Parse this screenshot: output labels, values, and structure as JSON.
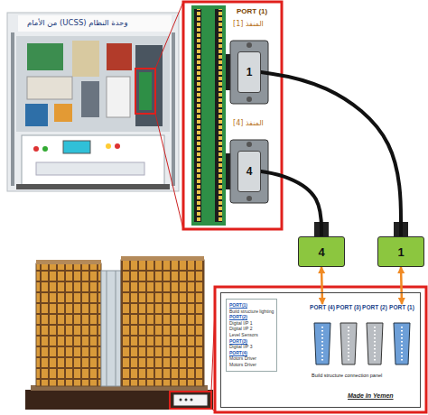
{
  "diagram": {
    "nodes": [
      {
        "text": [
          "1"
        ]
      },
      {
        "text": [
          "4"
        ]
      },
      {
        "text": [
          "4"
        ]
      },
      {
        "text": [
          "1"
        ]
      },
      {
        "text": [
          "Build structure connection panel",
          "Made In Yemen"
        ]
      },
      {
        "text": [
          "PORT(1)",
          "Build structure lighting",
          "PORT(2)",
          "Digital I/P 1",
          "Digital I/P 2",
          "Level Sensors",
          "PORT(3)",
          "Digital I/P 3",
          "PORT(4)",
          "Motors Driver",
          "Motors Driver"
        ],
        "in": 4
      },
      {
        "text": [
          "PORT (4)"
        ],
        "in": 4
      },
      {
        "text": [
          "PORT (3)"
        ],
        "in": 4
      },
      {
        "text": [
          "PORT (2)"
        ],
        "in": 4
      },
      {
        "text": [
          "PORT (1)"
        ],
        "in": 4
      }
    ],
    "edges": [
      {
        "from": 0,
        "to": 3,
        "arrow": "none"
      },
      {
        "from": 1,
        "to": 2,
        "arrow": "none"
      },
      {
        "from": 2,
        "to": 6,
        "arrow": "both"
      },
      {
        "from": 3,
        "to": 9,
        "arrow": "both"
      }
    ],
    "labels": [
      "وحدة النظام (UCSS) من الأمام",
      "PORT (1)",
      "المنفذ [1]",
      "المنفذ [4]"
    ]
  }
}
